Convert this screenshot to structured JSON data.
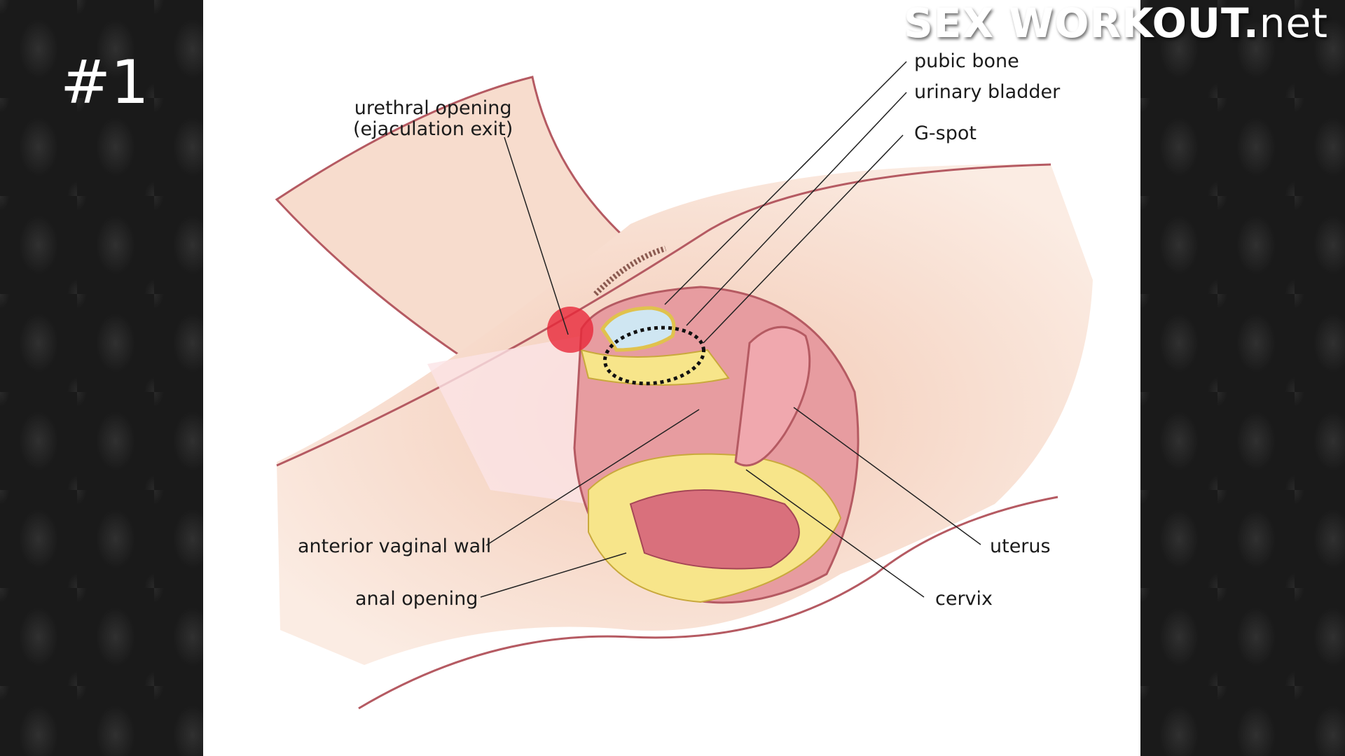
{
  "slide_number": "#1",
  "watermark": {
    "brand": "SEX WORKOUT.",
    "tld": "net"
  },
  "labels": {
    "pubic_bone": "pubic bone",
    "urinary_bladder": "urinary bladder",
    "g_spot": "G-spot",
    "urethral_opening_line1": "urethral opening",
    "urethral_opening_line2": "(ejaculation exit)",
    "anterior_vaginal_wall": "anterior vaginal wall",
    "anal_opening": "anal opening",
    "uterus": "uterus",
    "cervix": "cervix"
  },
  "colors": {
    "highlight": "#e8283a",
    "skin": "#f6d9c8",
    "outline": "#b55a62",
    "background": "#1a1a1a"
  }
}
